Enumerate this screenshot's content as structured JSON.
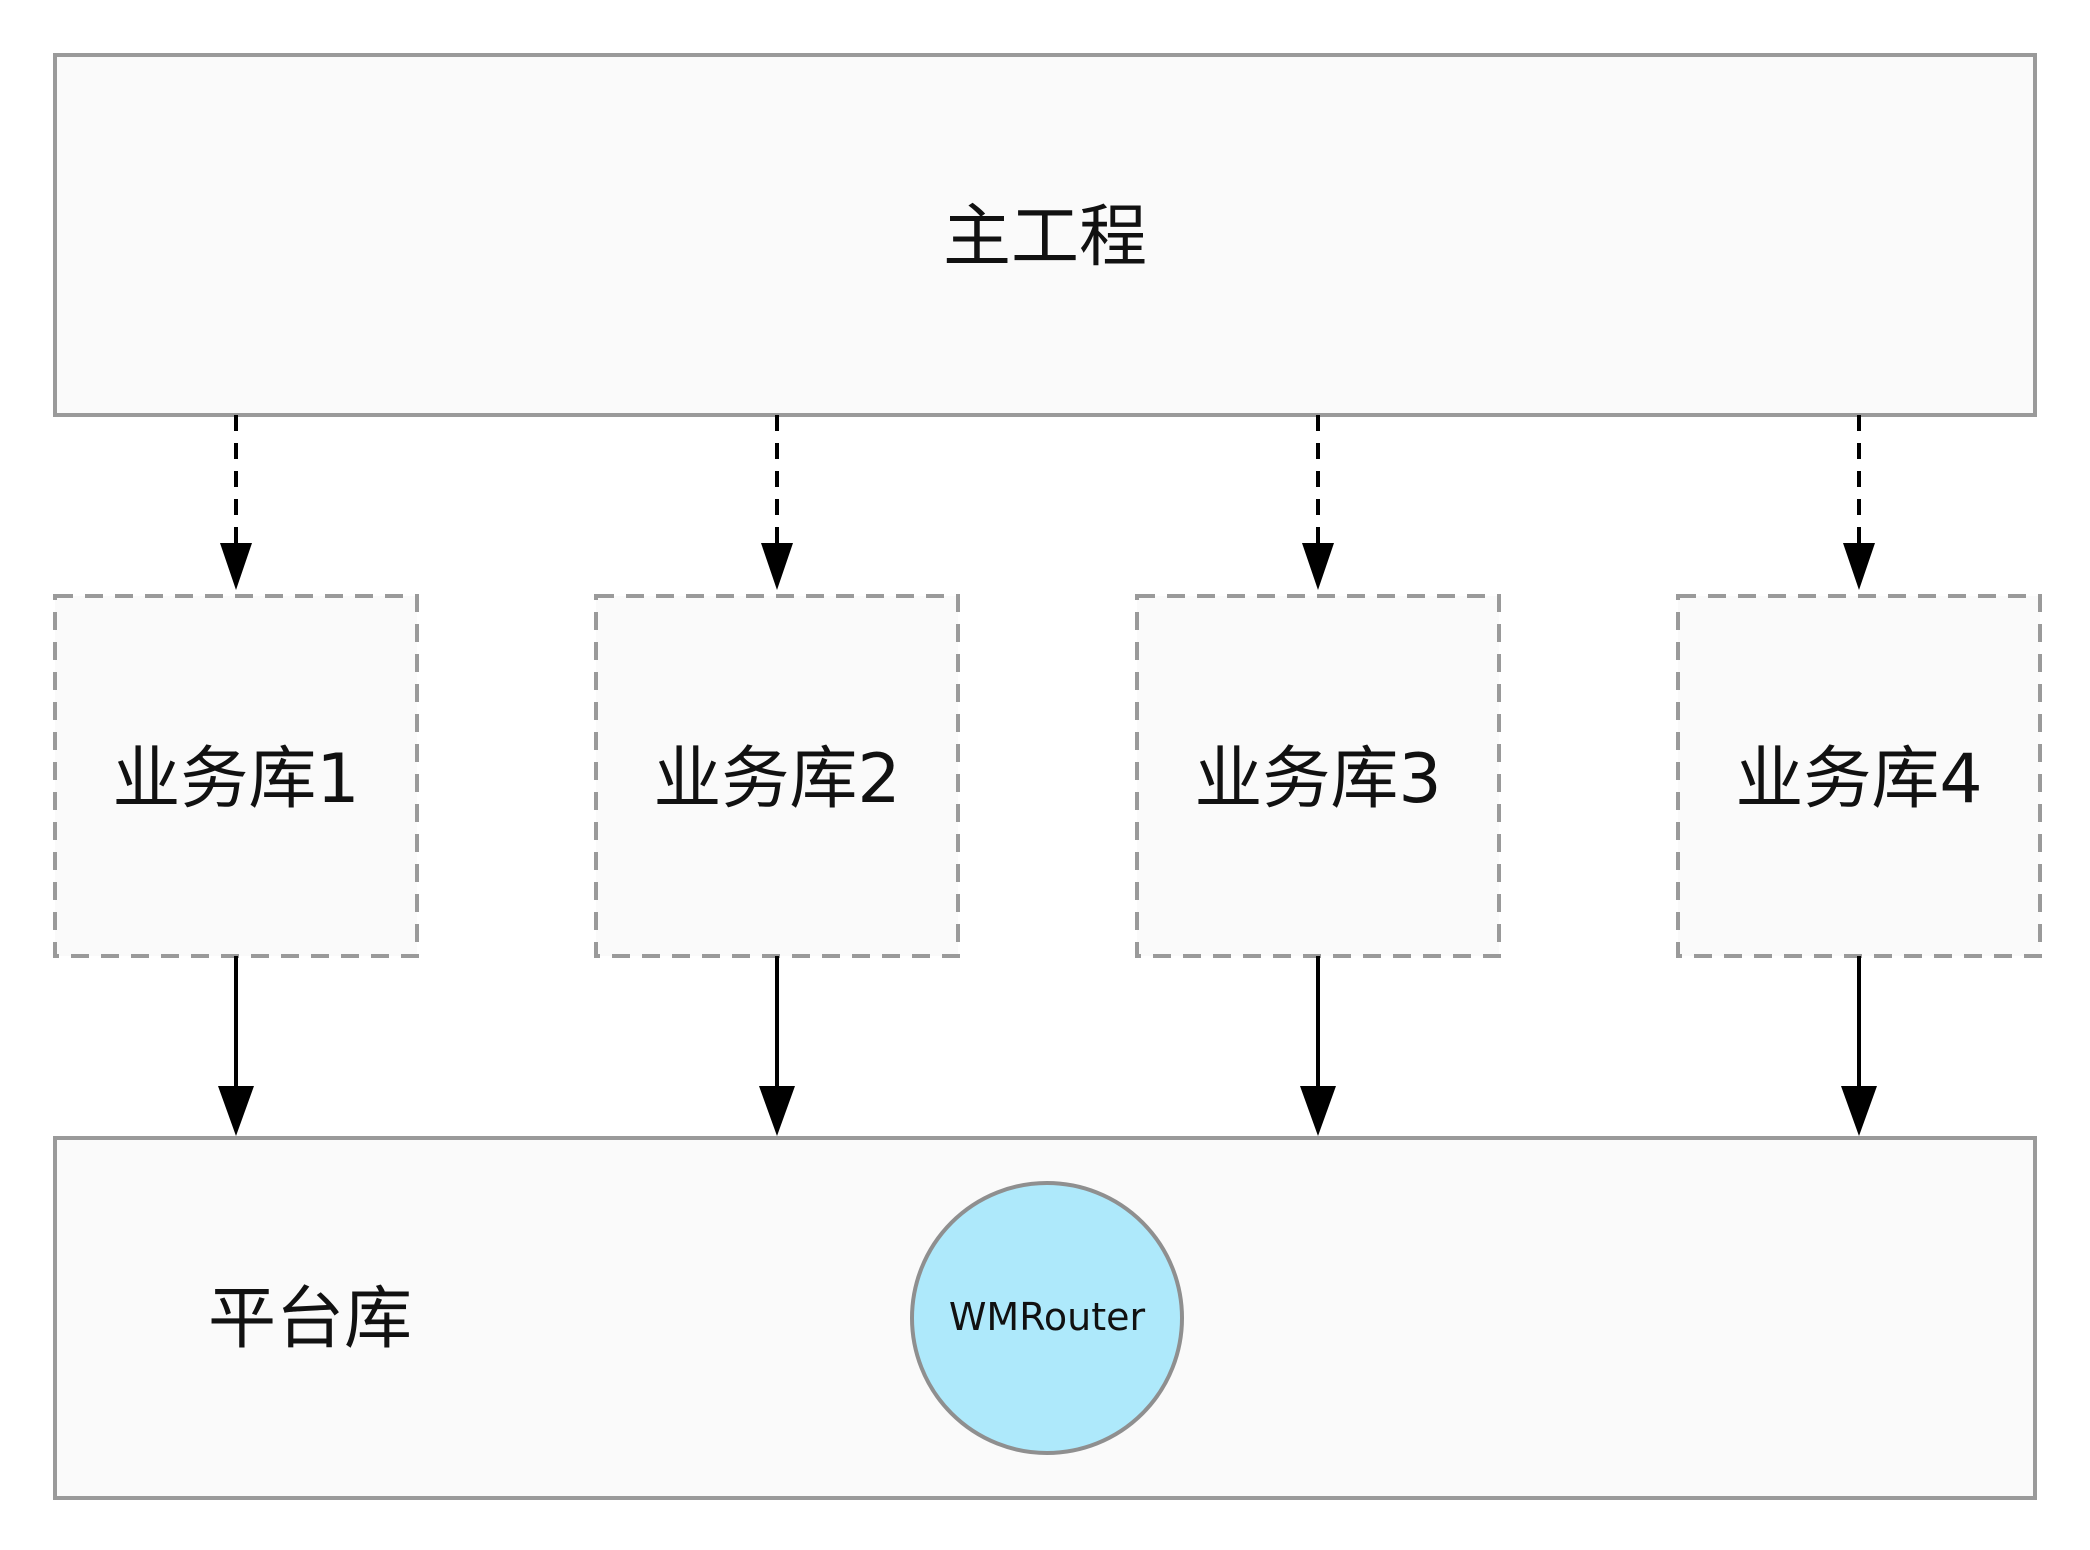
{
  "main_project": {
    "label": "主工程"
  },
  "business_libs": [
    {
      "label": "业务库1"
    },
    {
      "label": "业务库2"
    },
    {
      "label": "业务库3"
    },
    {
      "label": "业务库4"
    }
  ],
  "platform_lib": {
    "label": "平台库",
    "component": {
      "label": "WMRouter",
      "fill": "#aee9fb"
    }
  },
  "colors": {
    "box_fill": "#fafafa",
    "box_stroke": "#9a9a9a",
    "arrow": "#000000"
  }
}
